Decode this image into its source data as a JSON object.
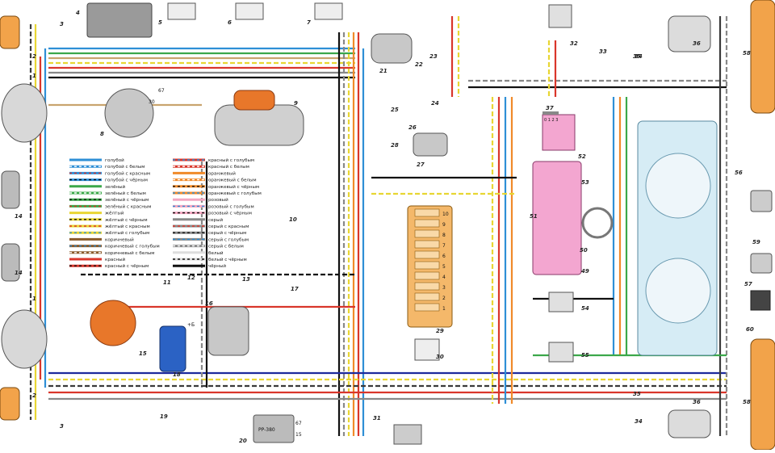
{
  "regulator_label": "PP-380",
  "regulator_terminals": [
    "67",
    "15"
  ],
  "ignition_positions": "0 1 2 3",
  "coil_terminal": "+Б",
  "generator_terminal": "30",
  "generator_terminal_67": "67",
  "component_numbers": [
    "1",
    "2",
    "3",
    "4",
    "5",
    "6",
    "7",
    "8",
    "9",
    "10",
    "11",
    "12",
    "13",
    "14",
    "15",
    "16",
    "17",
    "18",
    "19",
    "20",
    "21",
    "22",
    "23",
    "24",
    "25",
    "26",
    "27",
    "28",
    "29",
    "30",
    "31",
    "32",
    "33",
    "34",
    "35",
    "36",
    "37",
    "49",
    "50",
    "51",
    "52",
    "53",
    "54",
    "55",
    "56",
    "57",
    "58",
    "59",
    "60"
  ],
  "fuse_numbers": [
    "1",
    "2",
    "3",
    "4",
    "5",
    "6",
    "7",
    "8",
    "9",
    "10"
  ],
  "legend": {
    "left": [
      {
        "label": "голубой",
        "color": "#2e8fd6",
        "stripe": ""
      },
      {
        "label": "голубой с белым",
        "color": "#2e8fd6",
        "stripe": "#ffffff"
      },
      {
        "label": "голубой с красным",
        "color": "#2e8fd6",
        "stripe": "#d9362b"
      },
      {
        "label": "голубой с чёрным",
        "color": "#2e8fd6",
        "stripe": "#111111"
      },
      {
        "label": "зелёный",
        "color": "#3ba84a",
        "stripe": ""
      },
      {
        "label": "зелёный с белым",
        "color": "#3ba84a",
        "stripe": "#ffffff"
      },
      {
        "label": "зелёный с чёрным",
        "color": "#3ba84a",
        "stripe": "#111111"
      },
      {
        "label": "зелёный с красным",
        "color": "#3ba84a",
        "stripe": "#d9362b"
      },
      {
        "label": "жёлтый",
        "color": "#e8d633",
        "stripe": ""
      },
      {
        "label": "жёлтый с чёрным",
        "color": "#e8d633",
        "stripe": "#111111"
      },
      {
        "label": "жёлтый с красным",
        "color": "#e8d633",
        "stripe": "#d9362b"
      },
      {
        "label": "жёлтый с голубым",
        "color": "#e8d633",
        "stripe": "#2e8fd6"
      },
      {
        "label": "коричневый",
        "color": "#8a5a2a",
        "stripe": ""
      },
      {
        "label": "коричневый с голубым",
        "color": "#8a5a2a",
        "stripe": "#2e8fd6"
      },
      {
        "label": "коричневый с белым",
        "color": "#8a5a2a",
        "stripe": "#ffffff"
      },
      {
        "label": "красный",
        "color": "#d9362b",
        "stripe": ""
      },
      {
        "label": "красный с чёрным",
        "color": "#d9362b",
        "stripe": "#111111"
      }
    ],
    "right": [
      {
        "label": "красный с голубым",
        "color": "#d9362b",
        "stripe": "#2e8fd6"
      },
      {
        "label": "красный с белым",
        "color": "#d9362b",
        "stripe": "#ffffff"
      },
      {
        "label": "оранжевый",
        "color": "#f08a2a",
        "stripe": ""
      },
      {
        "label": "оранжевый с белым",
        "color": "#f08a2a",
        "stripe": "#ffffff"
      },
      {
        "label": "оранжевый с чёрным",
        "color": "#f08a2a",
        "stripe": "#111111"
      },
      {
        "label": "оранжевый с голубым",
        "color": "#f08a2a",
        "stripe": "#2e8fd6"
      },
      {
        "label": "розовый",
        "color": "#f3a6c0",
        "stripe": ""
      },
      {
        "label": "розовый с голубым",
        "color": "#f3a6c0",
        "stripe": "#2e8fd6"
      },
      {
        "label": "розовый с чёрным",
        "color": "#f3a6c0",
        "stripe": "#111111"
      },
      {
        "label": "серый",
        "color": "#8a8a8a",
        "stripe": ""
      },
      {
        "label": "серый с красным",
        "color": "#8a8a8a",
        "stripe": "#d9362b"
      },
      {
        "label": "серый с чёрным",
        "color": "#8a8a8a",
        "stripe": "#111111"
      },
      {
        "label": "серый с голубым",
        "color": "#8a8a8a",
        "stripe": "#2e8fd6"
      },
      {
        "label": "серый с белым",
        "color": "#8a8a8a",
        "stripe": "#ffffff"
      },
      {
        "label": "белый",
        "color": "#dddddd",
        "stripe": ""
      },
      {
        "label": "белый с чёрным",
        "color": "#dddddd",
        "stripe": "#111111"
      },
      {
        "label": "чёрный",
        "color": "#111111",
        "stripe": ""
      }
    ]
  }
}
